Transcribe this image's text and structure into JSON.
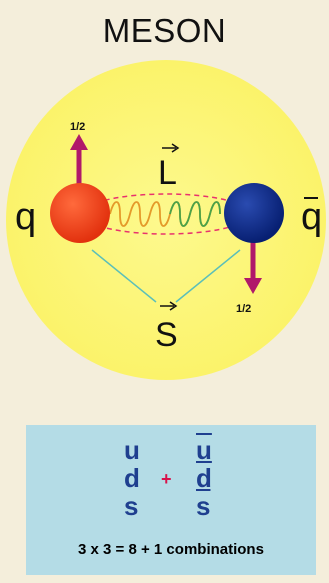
{
  "title": "MESON",
  "quark_label": "q",
  "antiquark_label": "q",
  "spin_label_left": "1/2",
  "spin_label_right": "1/2",
  "orbital_label": "L",
  "spin_total_label": "S",
  "flavors": [
    "u",
    "d",
    "s"
  ],
  "antiflavors": [
    "u",
    "d",
    "s"
  ],
  "plus_sign": "+",
  "combinations_text": "3 x 3 = 8 + 1 combinations",
  "colors": {
    "background": "#f4eedb",
    "circle": "#fbf46e",
    "quark": "#f2401c",
    "antiquark": "#0a2c8c",
    "spin_arrow": "#b0196a",
    "link_dashed": "#e8326e",
    "triangle": "#5bbfb9",
    "panel": "#b4dce6",
    "flavor_text": "#1f3f8f"
  }
}
